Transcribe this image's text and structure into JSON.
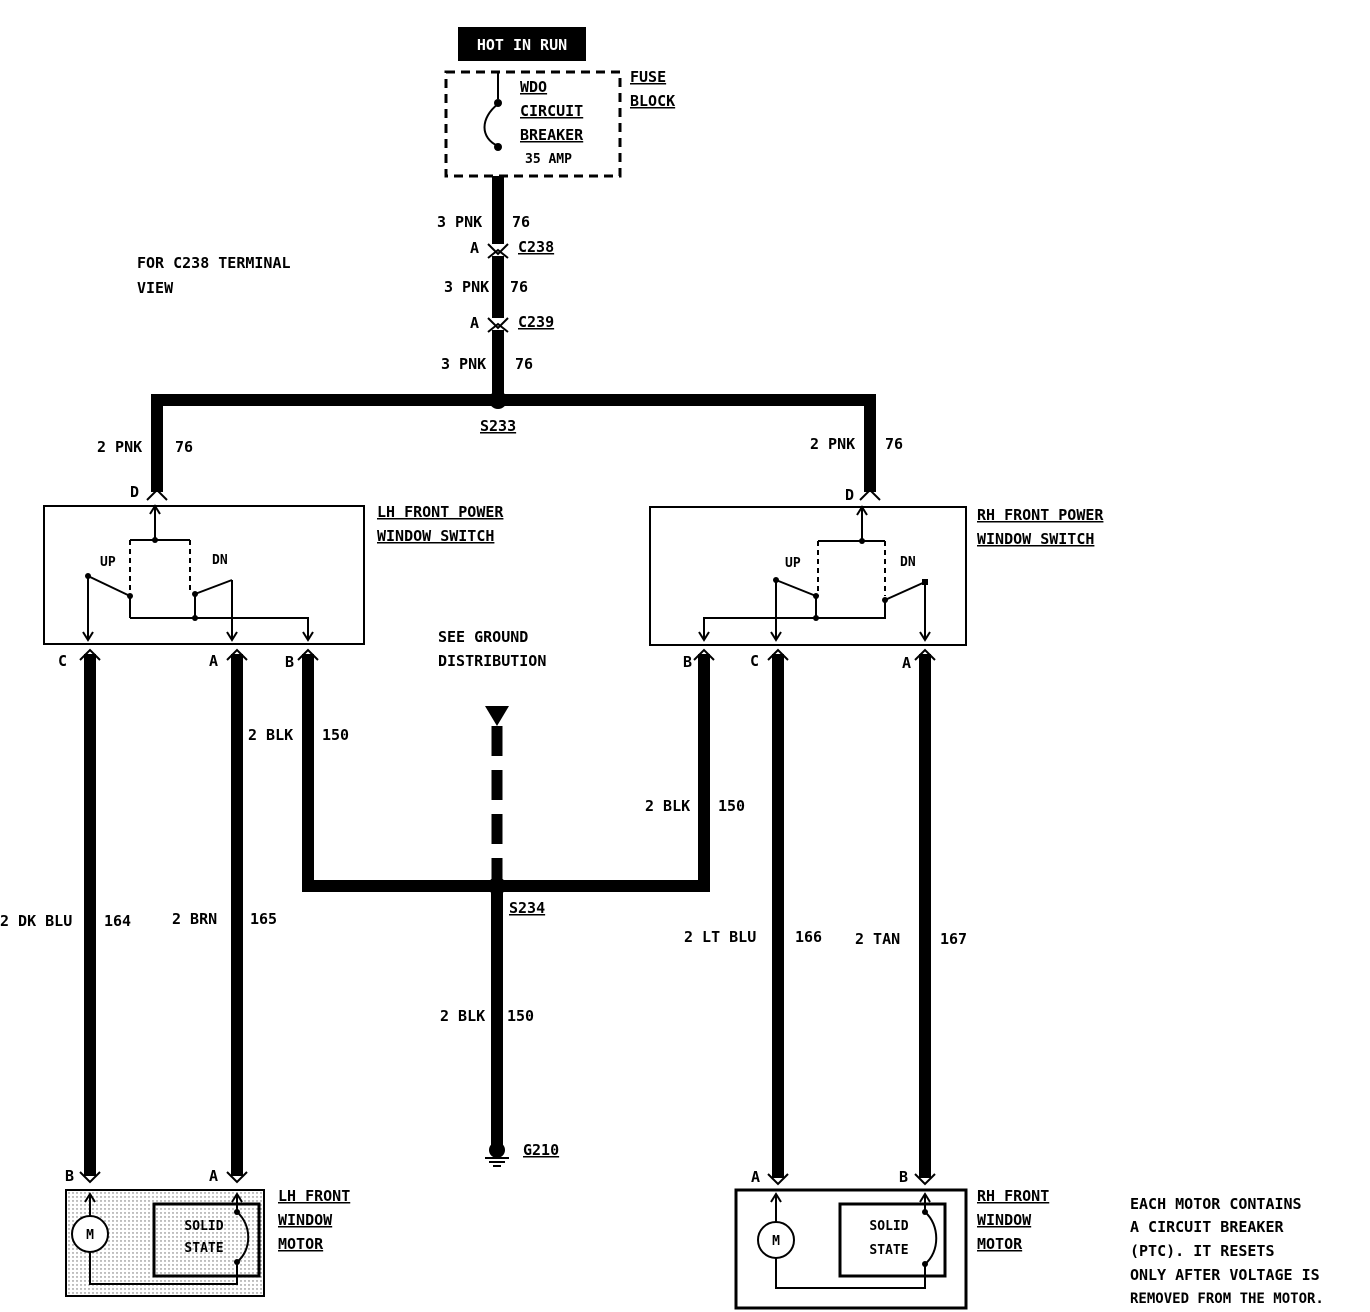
{
  "header": {
    "hot_in_run": "HOT IN RUN"
  },
  "fuse_block": {
    "label_line1": "FUSE",
    "label_line2": "BLOCK",
    "breaker_line1": "WDO",
    "breaker_line2": "CIRCUIT",
    "breaker_line3": "BREAKER",
    "amp": "35 AMP"
  },
  "note_c238": {
    "line1": "FOR C238 TERMINAL",
    "line2": "VIEW"
  },
  "feed": {
    "w1_gauge": "3 PNK",
    "w1_circuit": "76",
    "c238_pin": "A",
    "c238": "C238",
    "w2_gauge": "3 PNK",
    "w2_circuit": "76",
    "c239_pin": "A",
    "c239": "C239",
    "w3_gauge": "3 PNK",
    "w3_circuit": "76",
    "splice": "S233"
  },
  "lh_switch": {
    "title_line1": "LH FRONT POWER",
    "title_line2": "WINDOW SWITCH",
    "feed_gauge": "2 PNK",
    "feed_circuit": "76",
    "pin_d": "D",
    "up": "UP",
    "dn": "DN",
    "pin_c": "C",
    "pin_a": "A",
    "pin_b": "B"
  },
  "rh_switch": {
    "title_line1": "RH FRONT POWER",
    "title_line2": "WINDOW SWITCH",
    "feed_gauge": "2 PNK",
    "feed_circuit": "76",
    "pin_d": "D",
    "up": "UP",
    "dn": "DN",
    "pin_b": "B",
    "pin_c": "C",
    "pin_a": "A"
  },
  "ground": {
    "note_line1": "SEE GROUND",
    "note_line2": "DISTRIBUTION",
    "lh_gauge": "2 BLK",
    "lh_circuit": "150",
    "rh_gauge": "2 BLK",
    "rh_circuit": "150",
    "splice": "S234",
    "main_gauge": "2 BLK",
    "main_circuit": "150",
    "ground_point": "G210"
  },
  "lh_wires": {
    "c_gauge": "2 DK BLU",
    "c_circuit": "164",
    "a_gauge": "2 BRN",
    "a_circuit": "165"
  },
  "rh_wires": {
    "c_gauge": "2 LT BLU",
    "c_circuit": "166",
    "a_gauge": "2 TAN",
    "a_circuit": "167"
  },
  "lh_motor": {
    "pin_b": "B",
    "pin_a": "A",
    "m": "M",
    "ss_line1": "SOLID",
    "ss_line2": "STATE",
    "title_line1": "LH FRONT",
    "title_line2": "WINDOW",
    "title_line3": "MOTOR"
  },
  "rh_motor": {
    "pin_a": "A",
    "pin_b": "B",
    "m": "M",
    "ss_line1": "SOLID",
    "ss_line2": "STATE",
    "title_line1": "RH FRONT",
    "title_line2": "WINDOW",
    "title_line3": "MOTOR"
  },
  "motor_note": {
    "line1": "EACH MOTOR CONTAINS",
    "line2": "A CIRCUIT BREAKER",
    "line3": "(PTC). IT RESETS",
    "line4": "ONLY AFTER VOLTAGE IS",
    "line5": "REMOVED FROM THE MOTOR."
  }
}
